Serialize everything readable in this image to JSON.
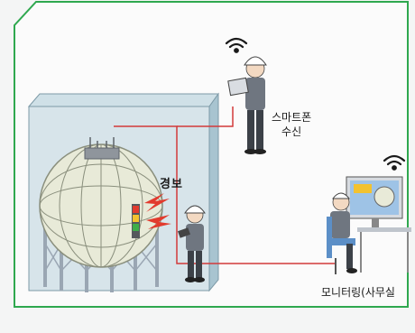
{
  "labels": {
    "alarm": "경보",
    "smartphone_line1": "스마트폰",
    "smartphone_line2": "수신",
    "monitoring": "모니터링(사무실"
  },
  "colors": {
    "frame_border": "#2fa84f",
    "enclosure_fill": "#b9d2dc",
    "enclosure_border": "#7d9aa7",
    "signal_line": "#d23a3a",
    "wifi": "#1a1a1a",
    "tank": "#e8ead8",
    "tank_grid": "#8a8f7d",
    "leg": "#9aa6b3",
    "worker_vest": "#6f7680",
    "monitor_screen": "#9ec3e6"
  },
  "icons": {
    "wifi_worker": "wifi-icon",
    "wifi_office": "wifi-icon"
  }
}
